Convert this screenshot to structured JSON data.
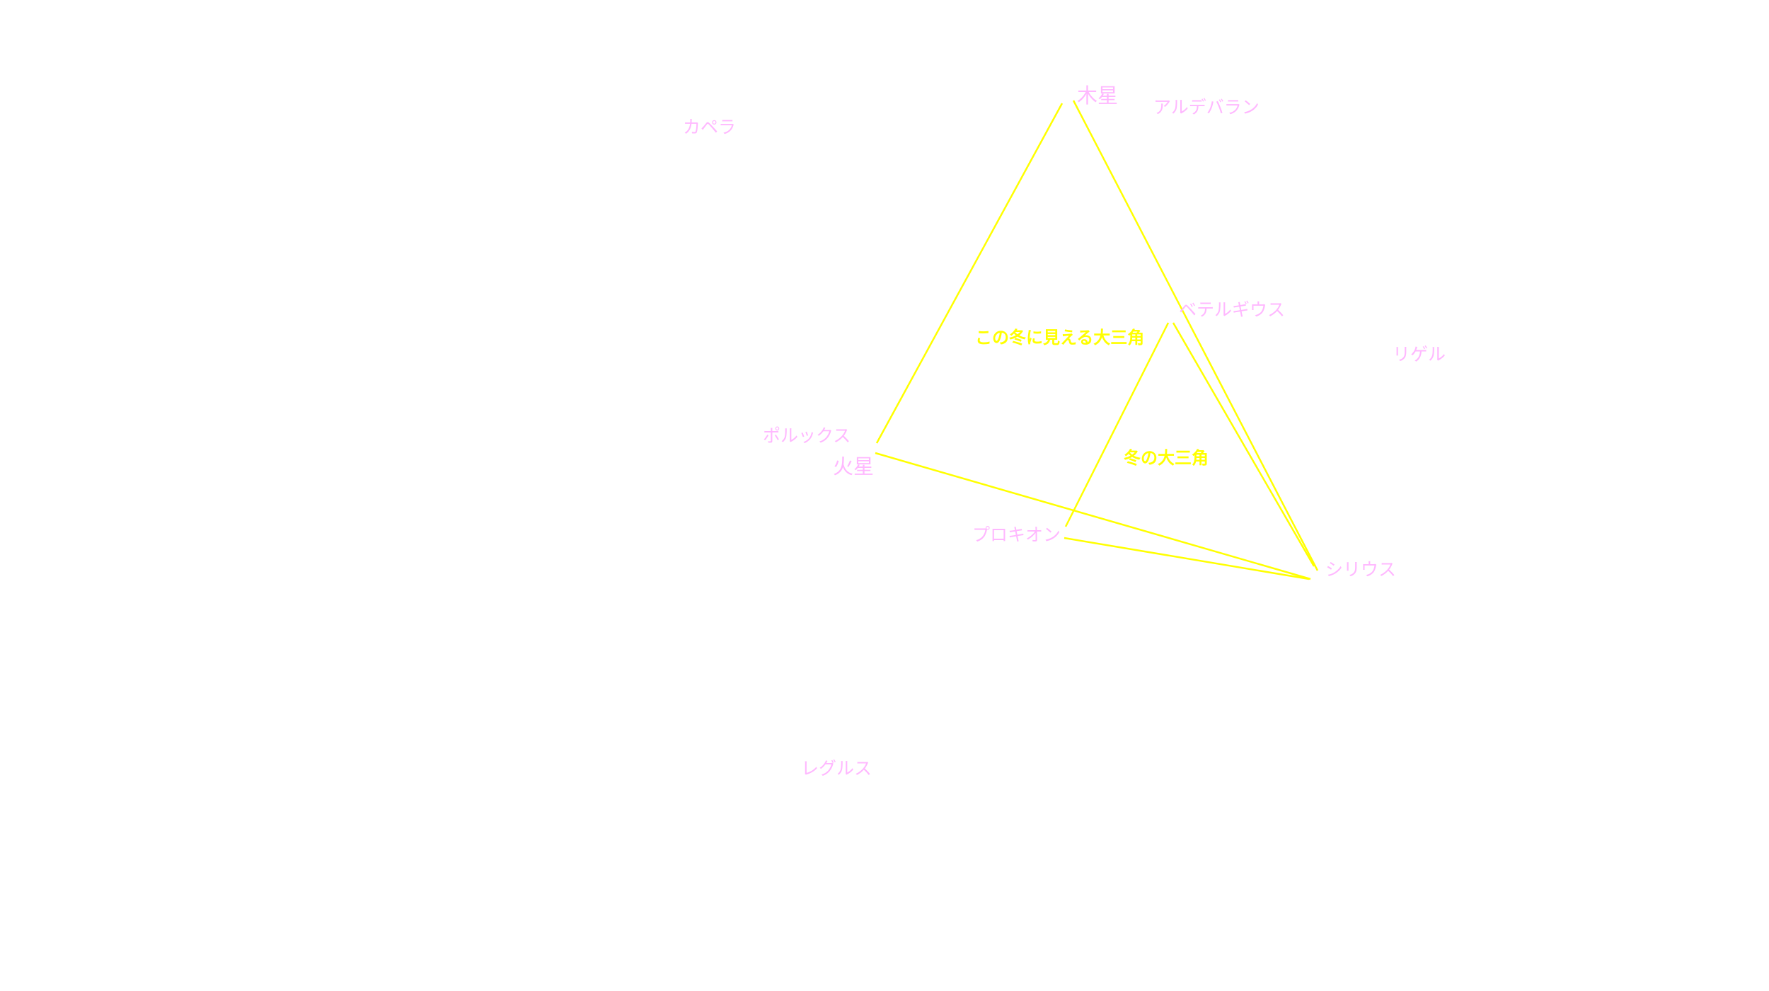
{
  "colors": {
    "background": "#ffffff",
    "star_label": "#ffb8ff",
    "planet_label": "#ffb8ff",
    "line": "#ffff00",
    "triangle_label": "#ffff00"
  },
  "labels": {
    "jupiter": "木星",
    "aldebaran": "アルデバラン",
    "capella": "カペラ",
    "betelgeuse": "ベテルギウス",
    "rigel": "リゲル",
    "this_winter_triangle": "この冬に見える大三角",
    "pollux": "ポルックス",
    "mars": "火星",
    "winter_triangle": "冬の大三角",
    "procyon": "プロキオン",
    "sirius": "シリウス",
    "regulus": "レグルス"
  }
}
